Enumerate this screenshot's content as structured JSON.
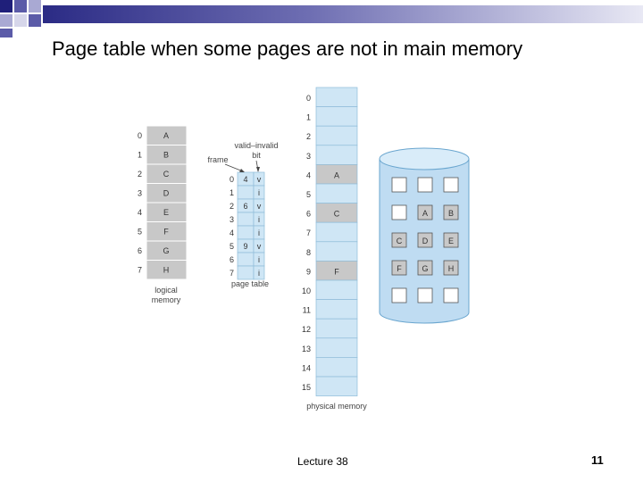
{
  "slide": {
    "title": "Page table when some pages are not in main memory",
    "footer": "Lecture 38",
    "page_number": "11"
  },
  "diagram": {
    "logical_memory": {
      "label_line1": "logical",
      "label_line2": "memory",
      "pages": [
        {
          "index": "0",
          "content": "A"
        },
        {
          "index": "1",
          "content": "B"
        },
        {
          "index": "2",
          "content": "C"
        },
        {
          "index": "3",
          "content": "D"
        },
        {
          "index": "4",
          "content": "E"
        },
        {
          "index": "5",
          "content": "F"
        },
        {
          "index": "6",
          "content": "G"
        },
        {
          "index": "7",
          "content": "H"
        }
      ]
    },
    "page_table": {
      "label": "page table",
      "frame_label": "frame",
      "valid_invalid_label_line1": "valid–invalid",
      "valid_invalid_label_line2": "bit",
      "entries": [
        {
          "index": "0",
          "frame": "4",
          "bit": "v"
        },
        {
          "index": "1",
          "frame": "",
          "bit": "i"
        },
        {
          "index": "2",
          "frame": "6",
          "bit": "v"
        },
        {
          "index": "3",
          "frame": "",
          "bit": "i"
        },
        {
          "index": "4",
          "frame": "",
          "bit": "i"
        },
        {
          "index": "5",
          "frame": "9",
          "bit": "v"
        },
        {
          "index": "6",
          "frame": "",
          "bit": "i"
        },
        {
          "index": "7",
          "frame": "",
          "bit": "i"
        }
      ]
    },
    "physical_memory": {
      "label": "physical memory",
      "frames": [
        {
          "index": "0",
          "content": ""
        },
        {
          "index": "1",
          "content": ""
        },
        {
          "index": "2",
          "content": ""
        },
        {
          "index": "3",
          "content": ""
        },
        {
          "index": "4",
          "content": "A"
        },
        {
          "index": "5",
          "content": ""
        },
        {
          "index": "6",
          "content": "C"
        },
        {
          "index": "7",
          "content": ""
        },
        {
          "index": "8",
          "content": ""
        },
        {
          "index": "9",
          "content": "F"
        },
        {
          "index": "10",
          "content": ""
        },
        {
          "index": "11",
          "content": ""
        },
        {
          "index": "12",
          "content": ""
        },
        {
          "index": "13",
          "content": ""
        },
        {
          "index": "14",
          "content": ""
        },
        {
          "index": "15",
          "content": ""
        }
      ]
    },
    "backing_store": {
      "rows": [
        [
          "",
          "",
          ""
        ],
        [
          "",
          "A",
          "B"
        ],
        [
          "C",
          "D",
          "E"
        ],
        [
          "F",
          "G",
          "H"
        ],
        [
          "",
          "",
          ""
        ]
      ]
    }
  },
  "colors": {
    "accent_dark": "#1f1f7a",
    "accent_mid": "#5b5ba8",
    "accent_light": "#a9a9d3",
    "memory_blue": "#cfe6f5",
    "memory_gray": "#c8c8c8",
    "disk_blue": "#bfdcf2"
  }
}
